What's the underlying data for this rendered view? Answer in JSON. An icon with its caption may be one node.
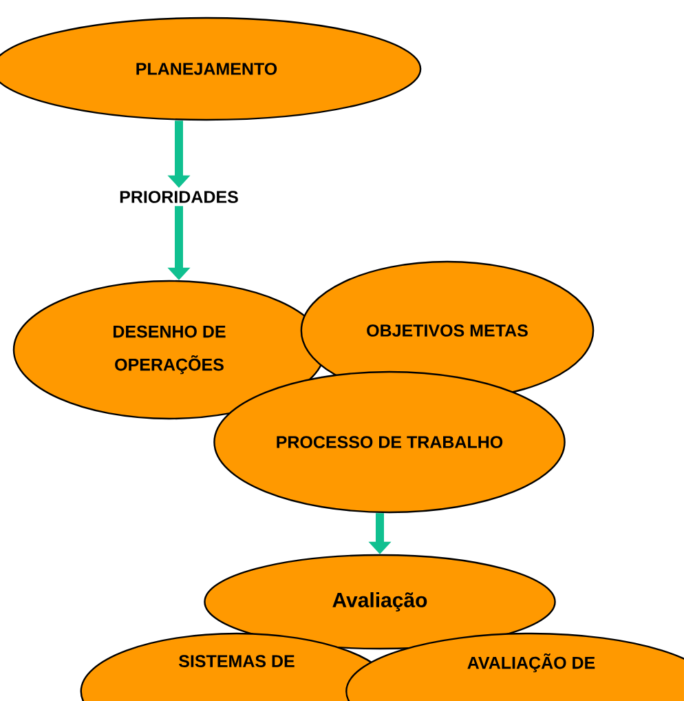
{
  "diagram": {
    "nodes": [
      {
        "text": [
          "PLANEJAMENTO"
        ]
      },
      {
        "text": [
          "PRIORIDADES"
        ]
      },
      {
        "text": [
          "DESENHO DE OPERAÇÕES"
        ]
      },
      {
        "text": [
          "OBJETIVOS METAS"
        ]
      },
      {
        "text": [
          "PROCESSO DE TRABALHO"
        ]
      },
      {
        "text": [
          "Avaliação"
        ]
      },
      {
        "text": [
          "SISTEMAS DE"
        ]
      },
      {
        "text": [
          "AVALIAÇÃO DE"
        ]
      }
    ],
    "edges": [
      {
        "from": 0,
        "to": 1,
        "arrow": "to"
      },
      {
        "from": 1,
        "to": 2,
        "arrow": "to"
      },
      {
        "from": 4,
        "to": 5,
        "arrow": "to"
      }
    ]
  }
}
